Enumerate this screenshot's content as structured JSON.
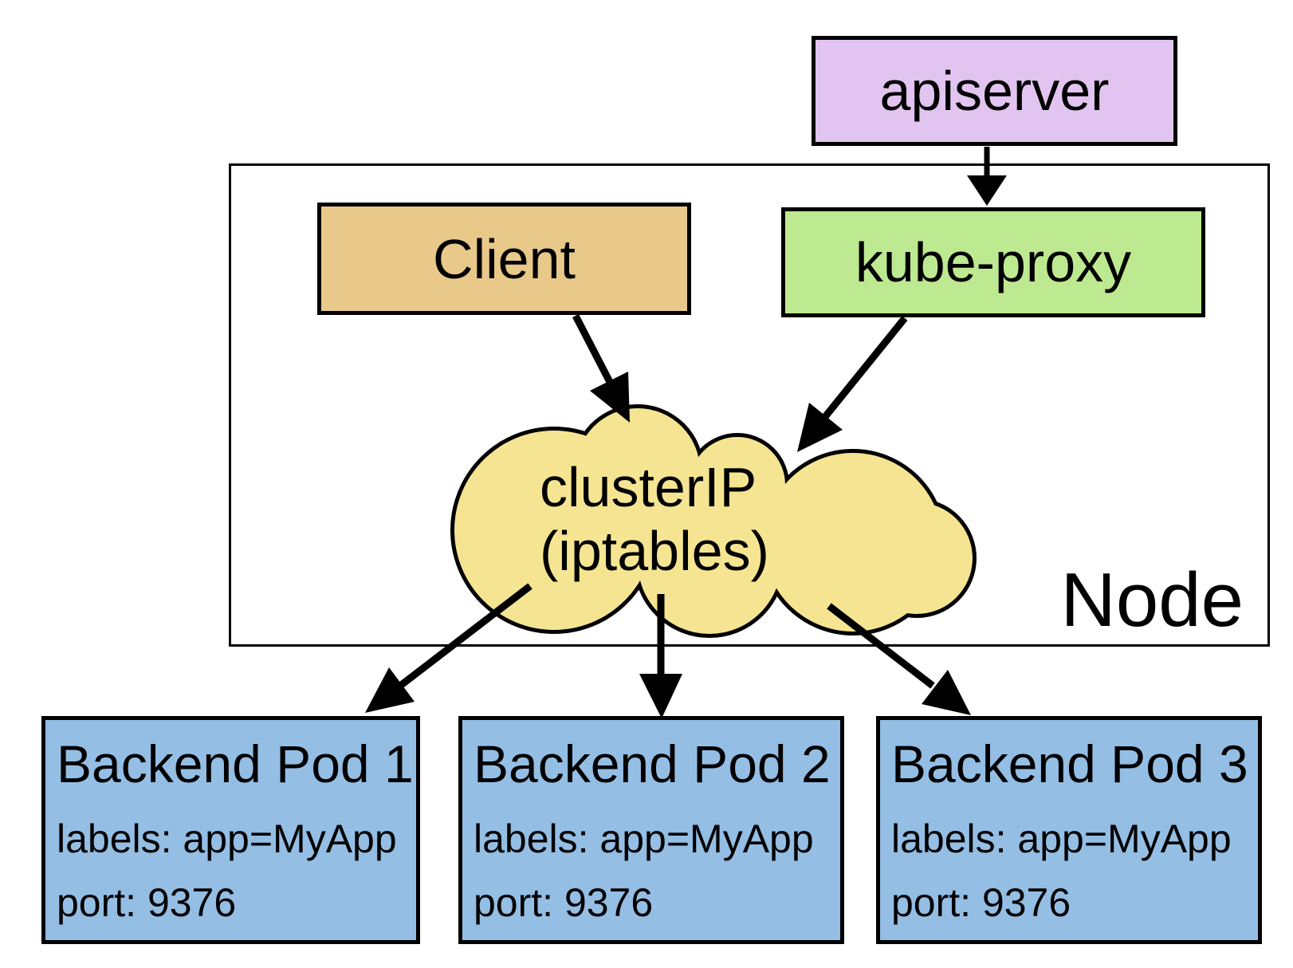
{
  "colors": {
    "apiserver_fill": "#E2C4F0",
    "client_fill": "#E8C98A",
    "kube_proxy_fill": "#BDE991",
    "cloud_fill": "#F5E491",
    "pod_fill": "#94BEE4",
    "outline": "#000000"
  },
  "apiserver": {
    "label": "apiserver"
  },
  "node": {
    "label": "Node"
  },
  "client": {
    "label": "Client"
  },
  "kube_proxy": {
    "label": "kube-proxy"
  },
  "cluster_ip": {
    "line1": "clusterIP",
    "line2": "(iptables)"
  },
  "pods": [
    {
      "title": "Backend Pod 1",
      "labels_line": "labels: app=MyApp",
      "port_line": "port: 9376"
    },
    {
      "title": "Backend Pod 2",
      "labels_line": "labels: app=MyApp",
      "port_line": "port: 9376"
    },
    {
      "title": "Backend Pod 3",
      "labels_line": "labels: app=MyApp",
      "port_line": "port: 9376"
    }
  ],
  "edges": [
    {
      "from": "apiserver",
      "to": "kube-proxy"
    },
    {
      "from": "Client",
      "to": "clusterIP (iptables)"
    },
    {
      "from": "kube-proxy",
      "to": "clusterIP (iptables)"
    },
    {
      "from": "clusterIP (iptables)",
      "to": "Backend Pod 1"
    },
    {
      "from": "clusterIP (iptables)",
      "to": "Backend Pod 2"
    },
    {
      "from": "clusterIP (iptables)",
      "to": "Backend Pod 3"
    }
  ]
}
